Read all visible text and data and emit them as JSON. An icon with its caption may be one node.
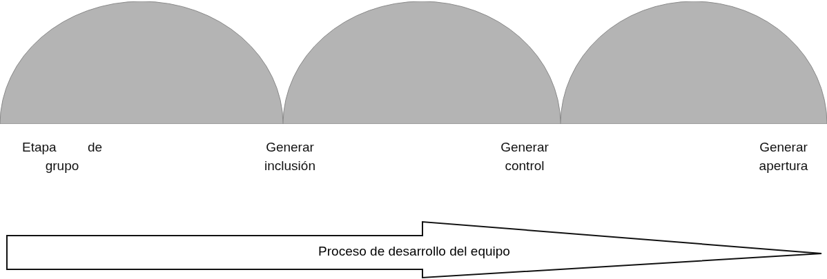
{
  "diagram": {
    "nodes": [
      {
        "text": [],
        "shape": "semicircle"
      },
      {
        "text": [],
        "shape": "semicircle"
      },
      {
        "text": [],
        "shape": "semicircle"
      },
      {
        "text": [
          "Proceso de desarrollo del equipo"
        ]
      }
    ],
    "labels": [
      "Etapa de grupo",
      "Generar inclusión",
      "Generar control",
      "Generar apertura"
    ]
  }
}
